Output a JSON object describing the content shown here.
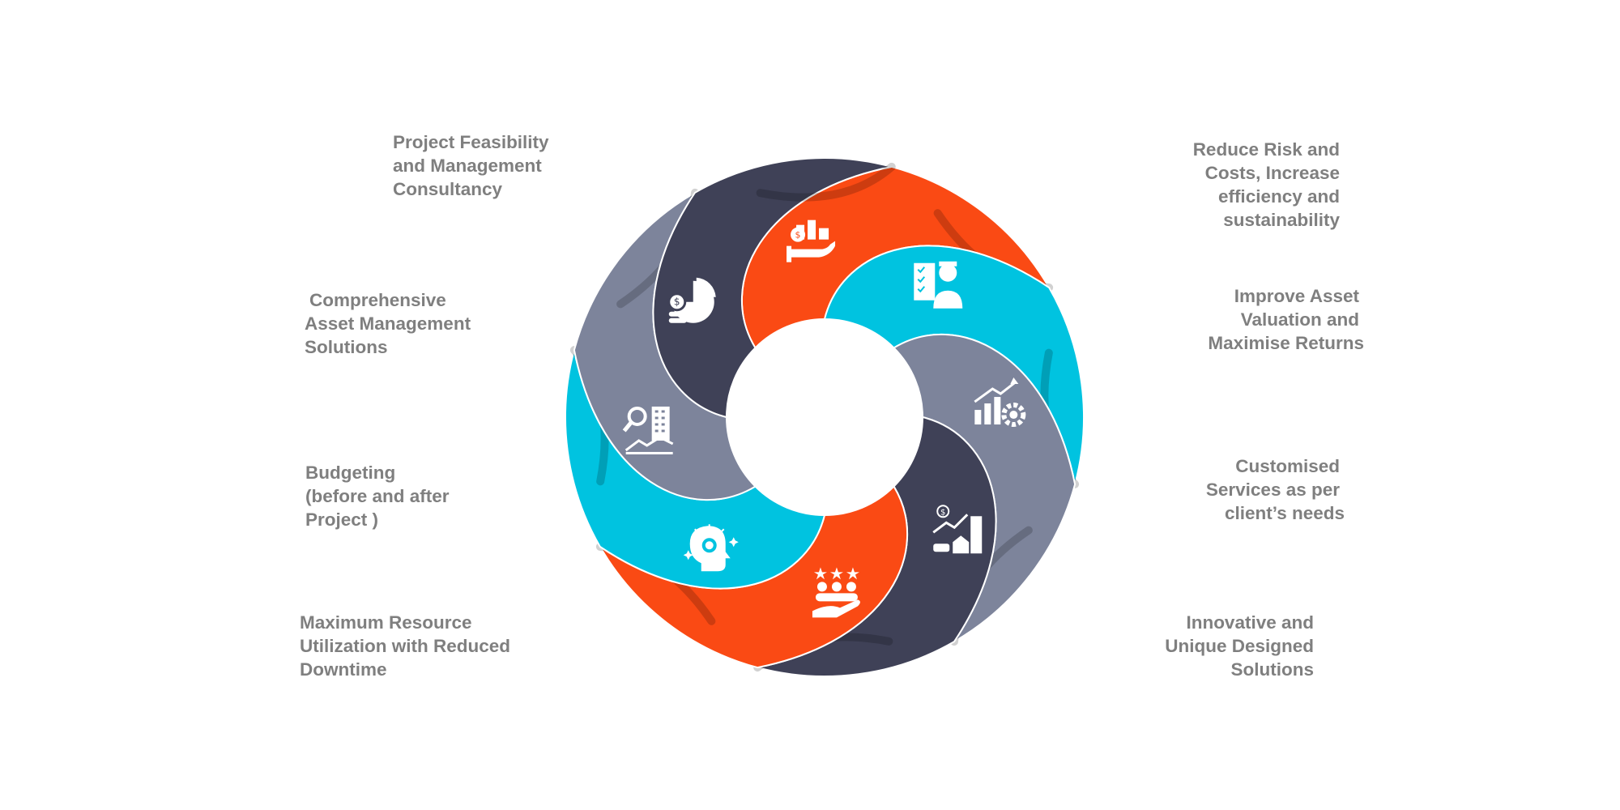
{
  "colors": {
    "orange": "#FA4A14",
    "cyan": "#00C3E0",
    "slate": "#7D849B",
    "navy": "#3F4157",
    "label_gray": "#7F7F7F",
    "background": "#FFFFFF"
  },
  "labels": {
    "project_feasibility": [
      "Project Feasibility",
      "and Management",
      "Consultancy"
    ],
    "asset_management": [
      "Comprehensive",
      "Asset Management",
      "Solutions"
    ],
    "budgeting": [
      "Budgeting",
      "(before and after",
      "Project )"
    ],
    "resource_utilization": [
      "Maximum Resource",
      "Utilization with Reduced",
      "Downtime"
    ],
    "reduce_risk": [
      "Reduce Risk and",
      "Costs, Increase",
      "efficiency and",
      "sustainability"
    ],
    "asset_valuation": [
      "Improve Asset",
      "Valuation and",
      "Maximise Returns"
    ],
    "customised_services": [
      "Customised",
      "Services as per",
      "client’s needs"
    ],
    "innovative_solutions": [
      "Innovative and",
      "Unique Designed",
      "Solutions"
    ]
  },
  "segments": [
    {
      "name": "segment-orange-top",
      "color": "orange",
      "icon": "money-buildings-hand-icon"
    },
    {
      "name": "segment-cyan-top",
      "color": "cyan",
      "icon": "consultant-checklist-icon"
    },
    {
      "name": "segment-slate-right",
      "color": "slate",
      "icon": "growth-chart-gear-icon"
    },
    {
      "name": "segment-navy-right",
      "color": "navy",
      "icon": "real-estate-growth-icon"
    },
    {
      "name": "segment-orange-bottom",
      "color": "orange",
      "icon": "team-stars-hand-icon"
    },
    {
      "name": "segment-cyan-bottom",
      "color": "cyan",
      "icon": "idea-head-icon"
    },
    {
      "name": "segment-slate-left",
      "color": "slate",
      "icon": "property-search-chart-icon"
    },
    {
      "name": "segment-navy-left",
      "color": "navy",
      "icon": "pie-chart-coins-icon"
    }
  ]
}
